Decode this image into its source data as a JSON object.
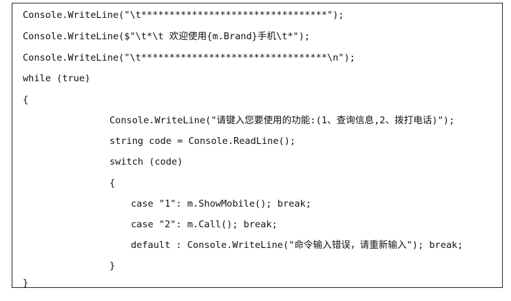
{
  "code": {
    "lines": [
      "Console.WriteLine(\"\\t*********************************\");",
      "Console.WriteLine($\"\\t*\\t 欢迎使用{m.Brand}手机\\t*\");",
      "Console.WriteLine(\"\\t*********************************\\n\");",
      "while (true)",
      "{",
      "Console.WriteLine(\"请键入您要使用的功能:(1、查询信息,2、拨打电话)\");",
      "string code = Console.ReadLine();",
      "switch (code)",
      "{",
      "case \"1\": m.ShowMobile(); break;",
      "case \"2\": m.Call(); break;",
      "default : Console.WriteLine(\"命令输入错误，请重新输入\"); break;",
      "}",
      "}"
    ]
  }
}
